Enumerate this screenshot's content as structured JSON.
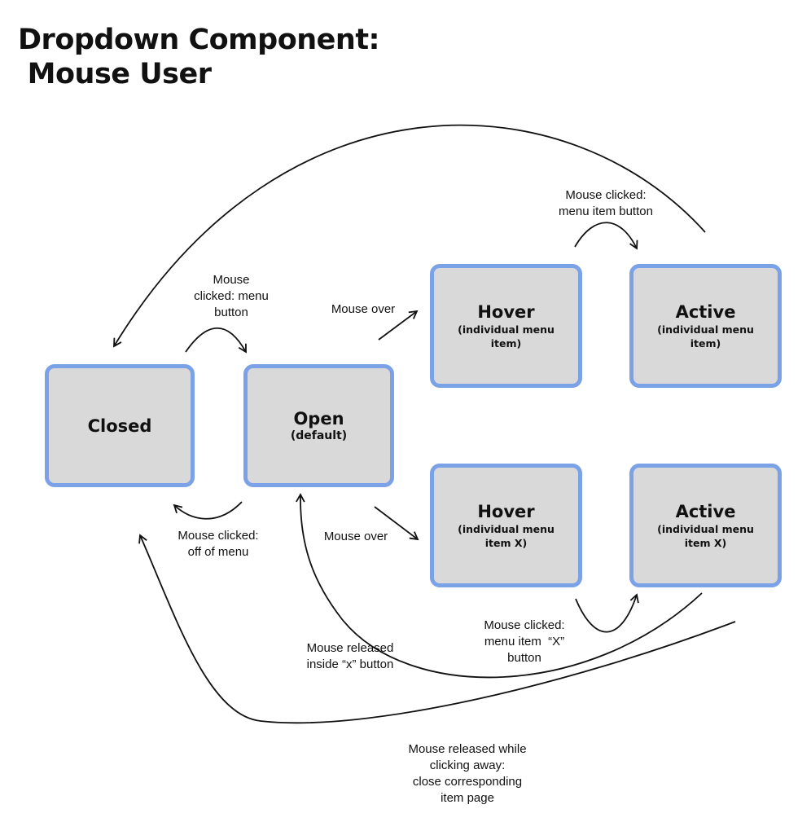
{
  "title": "Dropdown Component:\n Mouse User",
  "states": {
    "closed": {
      "name": "Closed"
    },
    "open": {
      "name": "Open",
      "sub": "(default)"
    },
    "hover": {
      "name": "Hover",
      "sub": "(individual menu item)"
    },
    "active": {
      "name": "Active",
      "sub": "(individual menu item)"
    },
    "hover_x": {
      "name": "Hover",
      "sub": "(individual menu item X)"
    },
    "active_x": {
      "name": "Active",
      "sub": "(individual menu item X)"
    }
  },
  "transitions": {
    "closed_to_open": "Mouse\nclicked: menu\nbutton",
    "open_to_closed": "Mouse clicked:\noff of menu",
    "open_to_hover": "Mouse over",
    "open_to_hover_x": "Mouse over",
    "hover_to_active": "Mouse clicked:\nmenu item button",
    "hover_x_to_active_x": "Mouse clicked:\nmenu item  “X”\nbutton",
    "active_x_to_open": "Mouse released\ninside “x” button",
    "active_x_to_closed": "Mouse released while\nclicking away:\nclose corresponding\nitem page"
  },
  "colors": {
    "box_fill": "#d9d9d9",
    "box_border": "#7ba1e6",
    "arrow": "#111111"
  }
}
